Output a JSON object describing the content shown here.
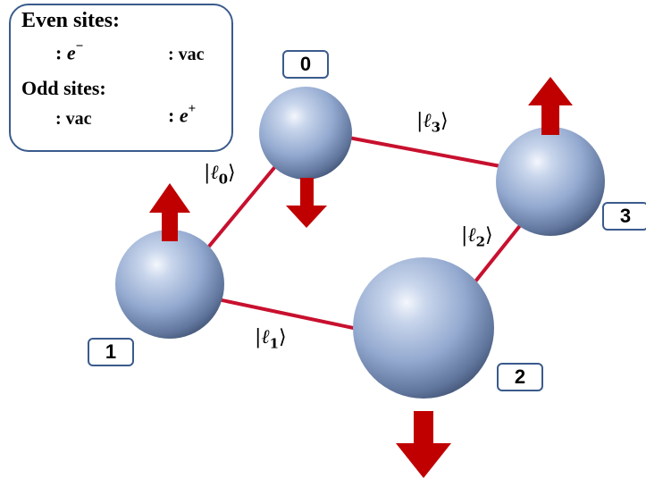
{
  "legend": {
    "even_heading": "Even sites:",
    "even_up_label": "e",
    "even_up_sup": "−",
    "even_down_label": "vac",
    "odd_heading": "Odd sites:",
    "odd_up_label": "vac",
    "odd_down_label": "e",
    "odd_down_sup": "+",
    "colon": ":"
  },
  "nodes": [
    {
      "label": "0",
      "spin": "down"
    },
    {
      "label": "1",
      "spin": "up"
    },
    {
      "label": "2",
      "spin": "down"
    },
    {
      "label": "3",
      "spin": "up"
    }
  ],
  "links": [
    {
      "symbol": "ℓ",
      "index": "0",
      "from": "0",
      "to": "1"
    },
    {
      "symbol": "ℓ",
      "index": "1",
      "from": "1",
      "to": "2"
    },
    {
      "symbol": "ℓ",
      "index": "2",
      "from": "2",
      "to": "3"
    },
    {
      "symbol": "ℓ",
      "index": "3",
      "from": "3",
      "to": "0"
    }
  ],
  "colors": {
    "arrow": "#c00000",
    "link": "#c8102e",
    "sphere_light": "#e8eef8",
    "sphere_mid": "#9db3d6",
    "sphere_dark": "#4a5f86",
    "box_border": "#3a5b8c"
  }
}
